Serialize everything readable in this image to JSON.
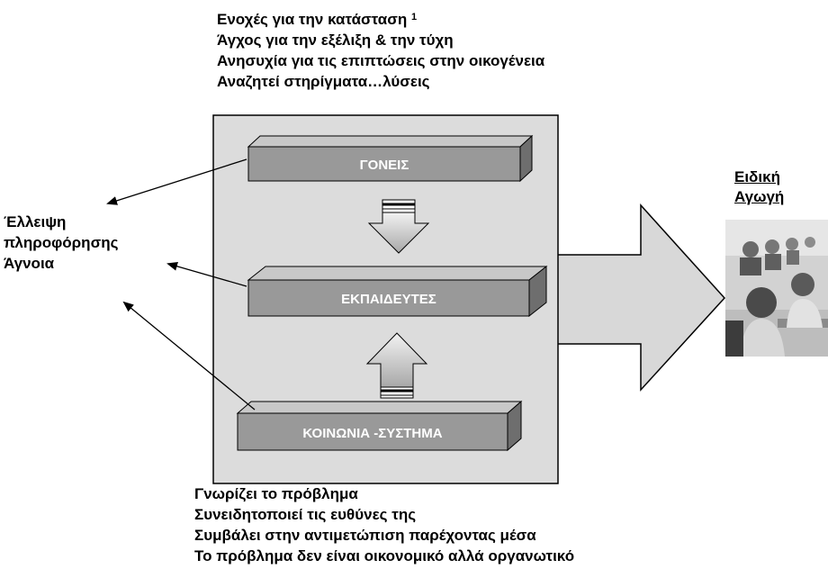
{
  "top_notes": [
    "Ενοχές για την κατάσταση",
    "Άγχος για την εξέλιξη & την τύχη",
    "Ανησυχία για τις επιπτώσεις στην οικογένεια",
    "Αναζητεί στηρίγματα…λύσεις"
  ],
  "top_note_sup": "1",
  "boxes": {
    "parents": "ΓΟΝΕΙΣ",
    "teachers": "ΕΚΠΑΙΔΕΥΤΕΣ",
    "society": "ΚΟΙΝΩΝΙΑ -ΣΥΣΤΗΜΑ"
  },
  "left_note": [
    "Έλλειψη",
    "πληροφόρησης",
    "Άγνοια"
  ],
  "right_title": [
    "Ειδική",
    "Αγωγή"
  ],
  "bottom_notes": [
    "Γνωρίζει το πρόβλημα",
    "Συνειδητοποιεί τις ευθύνες της",
    "Συμβάλει στην αντιμετώπιση παρέχοντας μέσα",
    "Το πρόβλημα δεν είναι οικονομικό αλλά οργανωτικό"
  ],
  "colors": {
    "panel": "#dcdcdc",
    "box_front": "#999999",
    "box_top": "#c8c8c8",
    "box_side": "#6e6e6e",
    "arrow_fill": "#d0d0d0"
  }
}
